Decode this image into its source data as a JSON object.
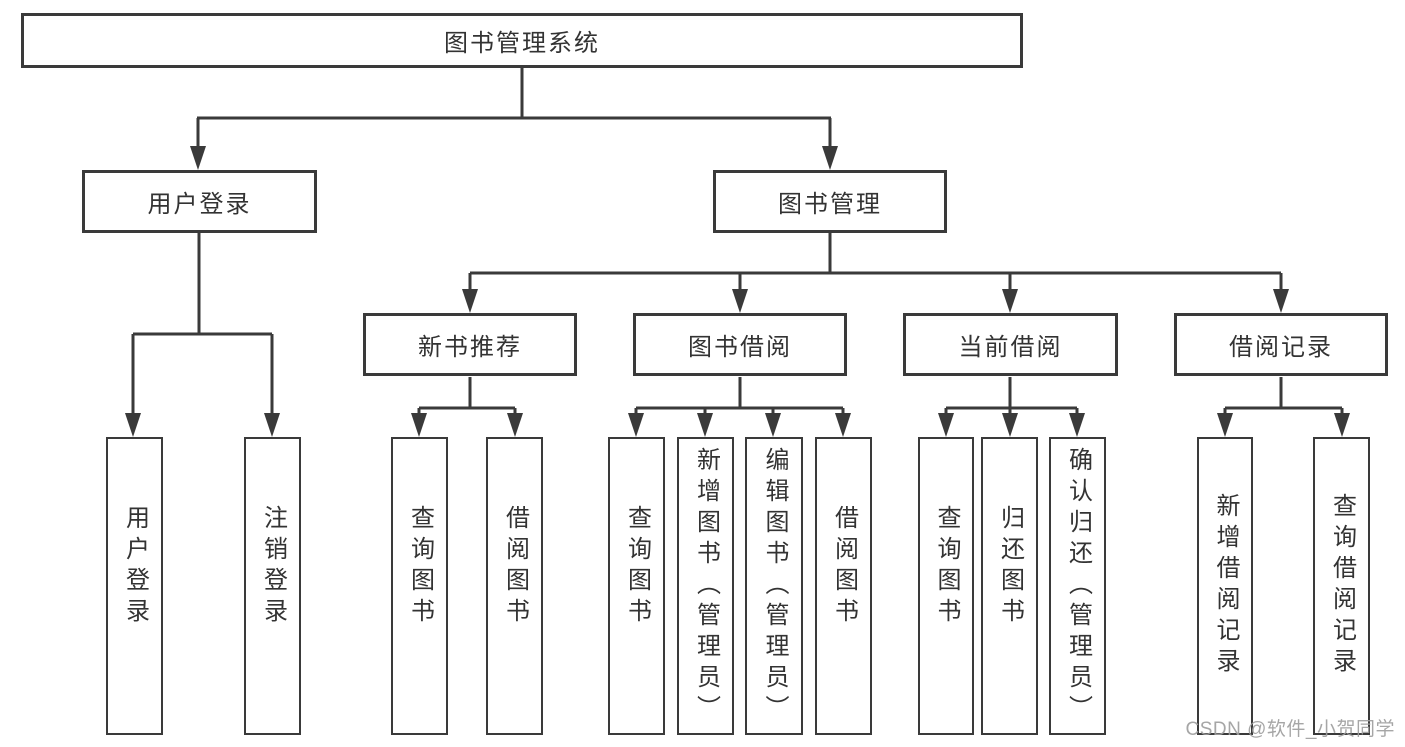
{
  "diagram": {
    "type": "tree",
    "nodes": {
      "root": "图书管理系统",
      "user_login": "用户登录",
      "book_mgmt": "图书管理",
      "new_book_rec": "新书推荐",
      "book_borrow": "图书借阅",
      "current_borrow": "当前借阅",
      "borrow_record": "借阅记录",
      "ul_login": "用户登录",
      "ul_logout": "注销登录",
      "nr_query": "查询图书",
      "nr_borrow": "借阅图书",
      "bb_query": "查询图书",
      "bb_add": "新增图书（管理员）",
      "bb_edit": "编辑图书（管理员）",
      "bb_borrow": "借阅图书",
      "cb_query": "查询图书",
      "cb_return": "归还图书",
      "cb_confirm": "确认归还（管理员）",
      "br_add": "新增借阅记录",
      "br_query": "查询借阅记录"
    },
    "hierarchy": {
      "root": [
        "user_login",
        "book_mgmt"
      ],
      "user_login": [
        "ul_login",
        "ul_logout"
      ],
      "book_mgmt": [
        "new_book_rec",
        "book_borrow",
        "current_borrow",
        "borrow_record"
      ],
      "new_book_rec": [
        "nr_query",
        "nr_borrow"
      ],
      "book_borrow": [
        "bb_query",
        "bb_add",
        "bb_edit",
        "bb_borrow"
      ],
      "current_borrow": [
        "cb_query",
        "cb_return",
        "cb_confirm"
      ],
      "borrow_record": [
        "br_add",
        "br_query"
      ]
    },
    "colors": {
      "line": "#3a3a3a",
      "box_border": "#3a3a3a",
      "text": "#333333",
      "background": "#ffffff",
      "watermark": "#9e9e9e"
    }
  },
  "watermark": "CSDN @软件_小贺同学"
}
